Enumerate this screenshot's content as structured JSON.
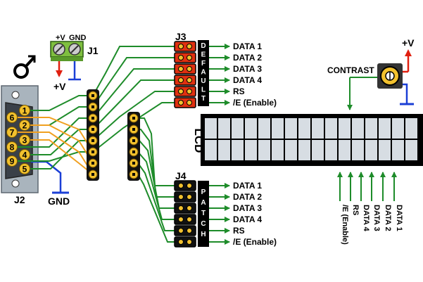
{
  "labels": {
    "j1": "J1",
    "j2": "J2",
    "j3": "J3",
    "j4": "J4",
    "lcd": "LCD",
    "gnd_j1": "GND",
    "pv_j1": "+V",
    "pv_j1_out": "+V",
    "gnd_j2": "GND",
    "contrast": "CONTRAST",
    "pv_contrast": "+V"
  },
  "j3_vertical": [
    "D",
    "E",
    "F",
    "A",
    "U",
    "L",
    "T"
  ],
  "j4_vertical": [
    "P",
    "A",
    "T",
    "C",
    "H"
  ],
  "j3_outputs": [
    "DATA 1",
    "DATA 2",
    "DATA 3",
    "DATA 4",
    "RS",
    "/E (Enable)"
  ],
  "j4_outputs": [
    "DATA 1",
    "DATA 2",
    "DATA 3",
    "DATA 4",
    "RS",
    "/E (Enable)"
  ],
  "lcd_inputs": [
    "/E (Enable)",
    "RS",
    "DATA 4",
    "DATA 3",
    "DATA 2",
    "DATA 1"
  ],
  "db9_pins_top": [
    "1",
    "2",
    "3",
    "4",
    "5"
  ],
  "db9_pins_bottom": [
    "6",
    "7",
    "8",
    "9"
  ],
  "colors": {
    "wire_green": "#1e8c2a",
    "wire_orange": "#f0a020",
    "wire_blue": "#1b3fd6",
    "arrow_red": "#e02010",
    "jumper_red": "#e03010",
    "pin_gold": "#f2c12e",
    "lcd_cell": "#d7dde3",
    "connector_grey": "#a9b4bd"
  },
  "icons": [
    "male-symbol-icon",
    "potentiometer-icon",
    "terminal-block-icon",
    "db9-connector-icon"
  ]
}
